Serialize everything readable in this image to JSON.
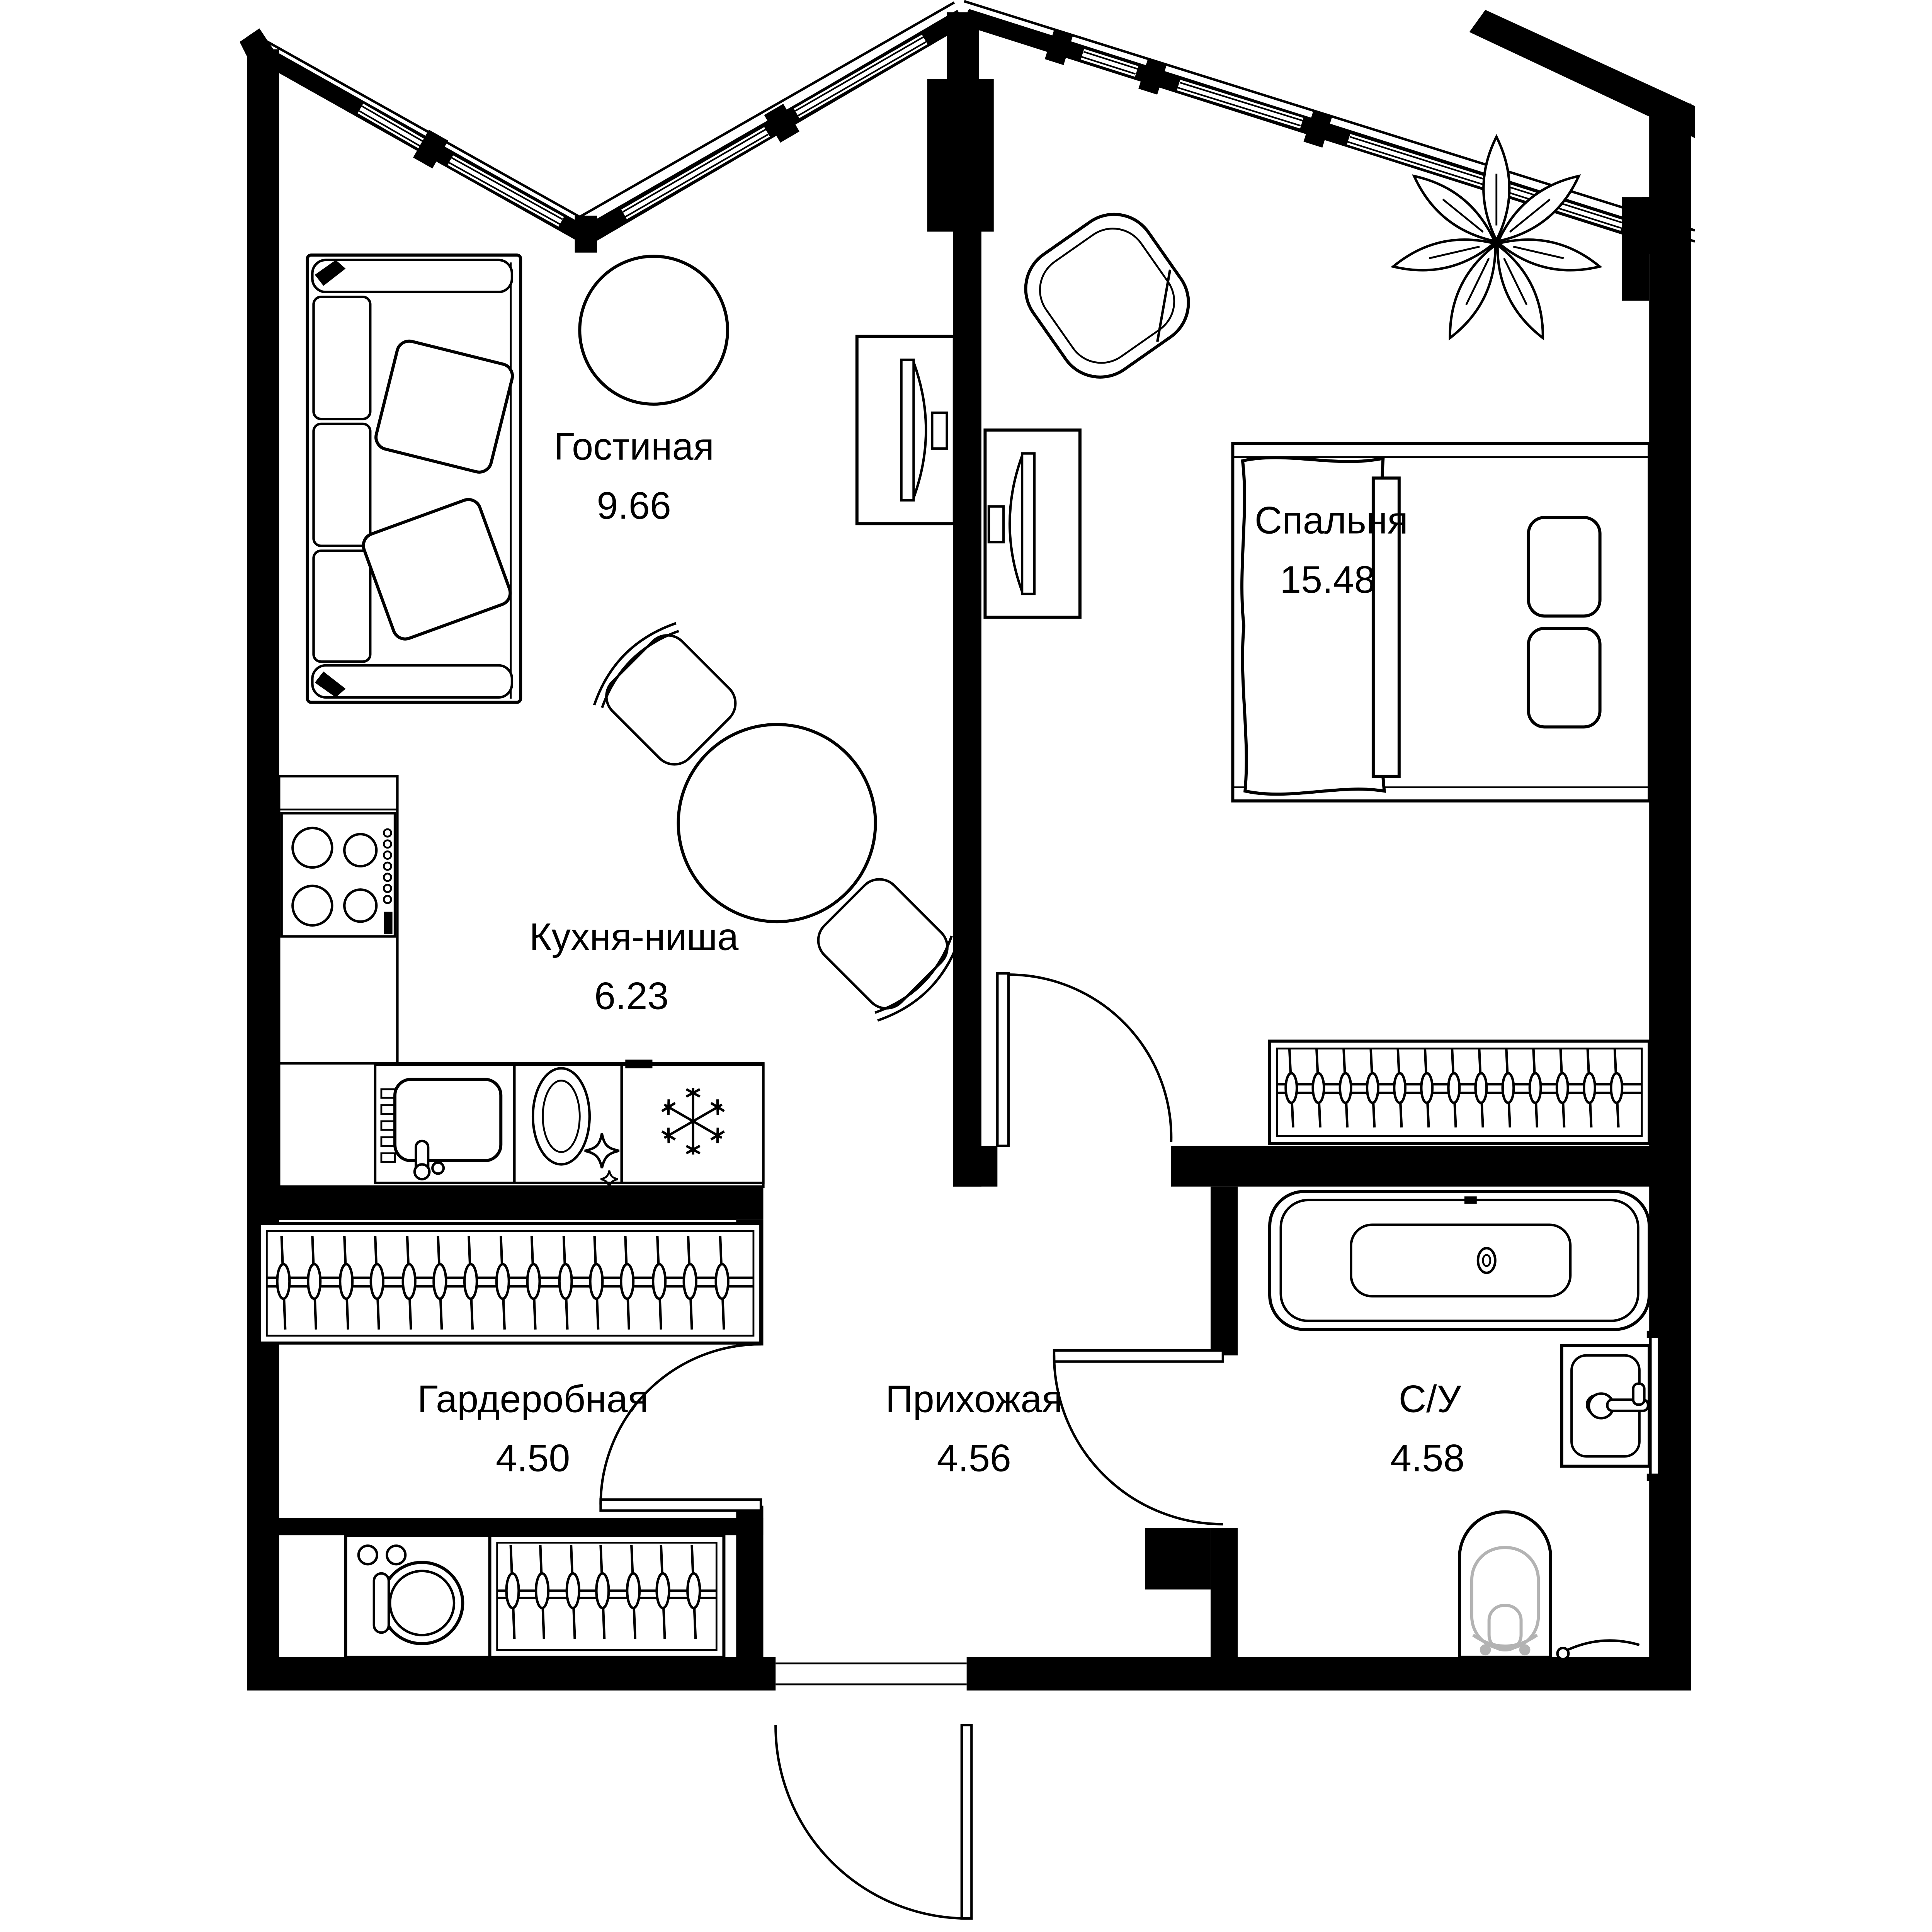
{
  "rooms": [
    {
      "id": "living",
      "name": "Гостиная",
      "area": "9.66"
    },
    {
      "id": "bedroom",
      "name": "Спальня",
      "area": "15.48"
    },
    {
      "id": "kitchen",
      "name": "Кухня-ниша",
      "area": "6.23"
    },
    {
      "id": "wardrobe",
      "name": "Гардеробная",
      "area": "4.50"
    },
    {
      "id": "hallway",
      "name": "Прихожая",
      "area": "4.56"
    },
    {
      "id": "bathroom",
      "name": "С/У",
      "area": "4.58"
    }
  ],
  "colors": {
    "wall": "#000000",
    "background": "#ffffff",
    "fixture_outline": "#000000",
    "toilet_seat": "#b3b3b3"
  }
}
